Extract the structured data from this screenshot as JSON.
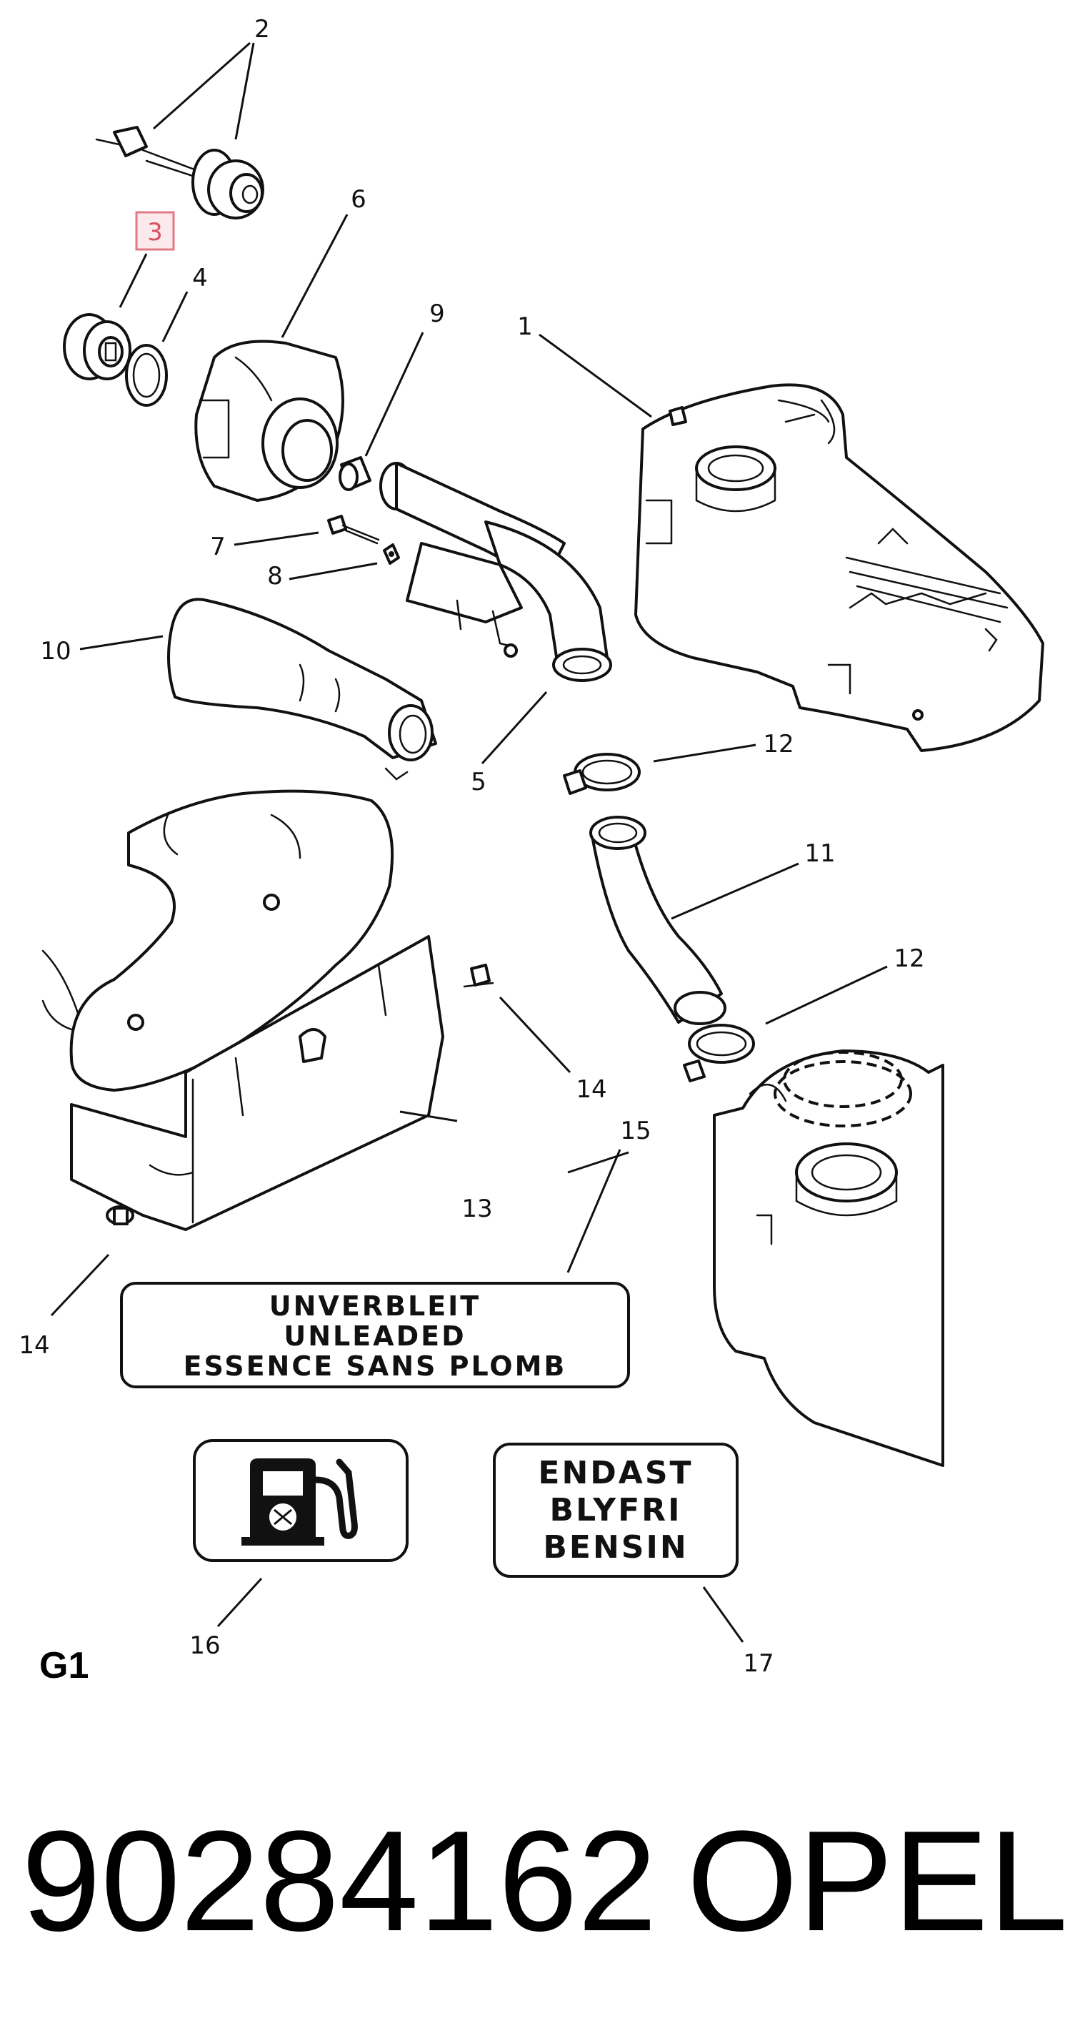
{
  "callouts": {
    "c1": "1",
    "c2": "2",
    "c3": "3",
    "c4": "4",
    "c5": "5",
    "c6": "6",
    "c7": "7",
    "c8": "8",
    "c9": "9",
    "c10": "10",
    "c11": "11",
    "c12a": "12",
    "c12b": "12",
    "c13": "13",
    "c14a": "14",
    "c14b": "14",
    "c15": "15",
    "c16": "16",
    "c17": "17"
  },
  "highlight_color": "#e07a85",
  "sign15": {
    "line1": "UNVERBLEIT",
    "line2": "UNLEADED",
    "line3": "ESSENCE SANS PLOMB"
  },
  "sign17": {
    "line1": "ENDAST",
    "line2": "BLYFRI",
    "line3": "BENSIN"
  },
  "group_label": "G1",
  "part_number": "90284162",
  "brand": "OPEL"
}
